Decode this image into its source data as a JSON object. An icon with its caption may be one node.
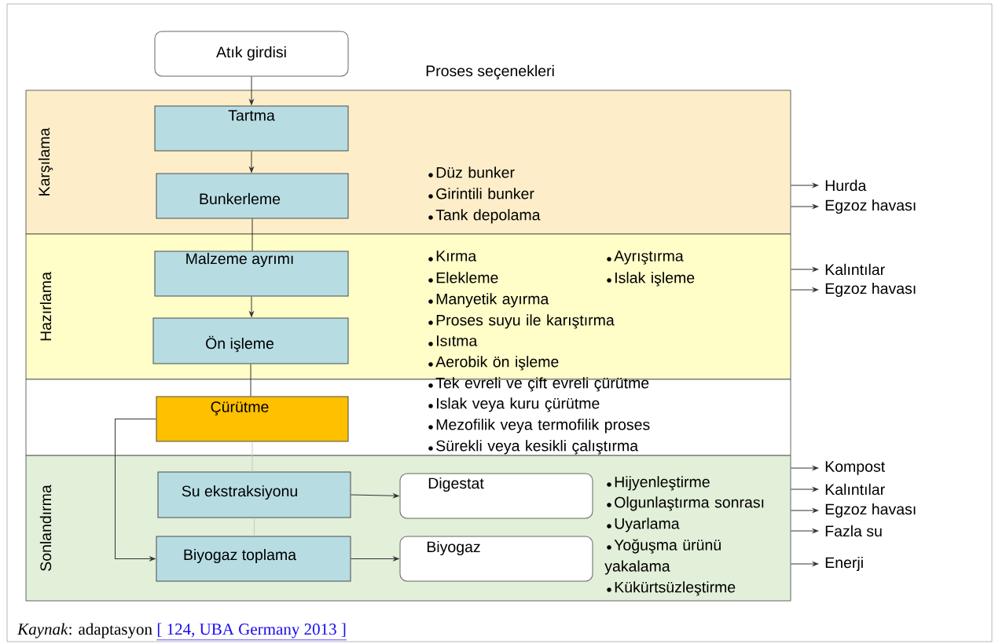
{
  "diagram": {
    "caption": "*Kaynak*: adaptasyon",
    "nodes": [
      {
        "text": [
          "Atık girdisi"
        ]
      },
      {
        "text": [
          "Karşılama"
        ]
      },
      {
        "text": [
          "Tartma"
        ],
        "in": 1
      },
      {
        "text": [
          "Bunkerleme"
        ],
        "in": 1
      },
      {
        "text": [
          "Hazırlama"
        ]
      },
      {
        "text": [
          "Malzeme ayrımı"
        ],
        "in": 4
      },
      {
        "text": [
          "Ön işleme"
        ],
        "in": 4
      },
      {
        "text": [],
        "shape": "box"
      },
      {
        "text": [
          "Çürütme"
        ],
        "in": 7
      },
      {
        "text": [
          "Sonlandırma"
        ]
      },
      {
        "text": [
          "Su ekstraksiyonu"
        ],
        "in": 9
      },
      {
        "text": [
          "Digestat"
        ],
        "in": 9
      },
      {
        "text": [
          "Biyogaz toplama"
        ],
        "in": 9
      },
      {
        "text": [
          "Biyogaz"
        ],
        "in": 9
      },
      {
        "text": [
          "Hurda"
        ]
      },
      {
        "text": [
          "Egzoz havası"
        ]
      },
      {
        "text": [
          "Kalıntılar"
        ]
      },
      {
        "text": [
          "Egzoz havası"
        ]
      },
      {
        "text": [
          "Kompost"
        ]
      },
      {
        "text": [
          "Kalıntılar"
        ]
      },
      {
        "text": [
          "Egzoz havası"
        ]
      },
      {
        "text": [
          "Fazla su"
        ]
      },
      {
        "text": [
          "Enerji"
        ]
      }
    ],
    "edges": [
      {
        "from": 0,
        "to": 2,
        "arrow": "to"
      },
      {
        "from": 2,
        "to": 3,
        "arrow": "to"
      },
      {
        "from": 3,
        "to": 5,
        "arrow": "none"
      },
      {
        "from": 5,
        "to": 6,
        "arrow": "to"
      },
      {
        "from": 6,
        "to": 8,
        "arrow": "none"
      },
      {
        "from": 8,
        "to": 10,
        "arrow": "none",
        "color": "#c8c8c8"
      },
      {
        "from": 10,
        "to": 12,
        "arrow": "none",
        "color": "#c8c8c8"
      },
      {
        "from": 8,
        "to": 12,
        "arrow": "to"
      },
      {
        "from": 10,
        "to": 11,
        "arrow": "to"
      },
      {
        "from": 12,
        "to": 13,
        "arrow": "to"
      },
      {
        "from": 1,
        "to": 14,
        "arrow": "to"
      },
      {
        "from": 1,
        "to": 15,
        "arrow": "to"
      },
      {
        "from": 4,
        "to": 16,
        "arrow": "to"
      },
      {
        "from": 4,
        "to": 17,
        "arrow": "to"
      },
      {
        "from": 9,
        "to": 18,
        "arrow": "to"
      },
      {
        "from": 9,
        "to": 19,
        "arrow": "to"
      },
      {
        "from": 9,
        "to": 20,
        "arrow": "to"
      },
      {
        "from": 9,
        "to": 21,
        "arrow": "to"
      },
      {
        "from": 9,
        "to": 22,
        "arrow": "to"
      }
    ],
    "labels": [
      "Proses seçenekleri",
      "Düz bunker",
      "Girintili bunker",
      "Tank depolama",
      "Kırma",
      "Ayrıştırma",
      "Elekleme",
      "Islak işleme",
      "Manyetik ayırma",
      "Proses suyu ile karıştırma",
      "Isıtma",
      "Aerobik ön işleme",
      "Tek evreli ve çift evreli çürütme",
      "Islak veya kuru çürütme",
      "Mezofilik veya termofilik proses",
      "Sürekli veya kesikli çalıştırma",
      "Hijyenleştirme",
      "Olgunlaştırma sonrası",
      "Uyarlama",
      "Yoğuşma ürünü yakalama",
      "Kükürtsüzleştirme",
      "[ 124, UBA Germany 2013 ]"
    ]
  }
}
